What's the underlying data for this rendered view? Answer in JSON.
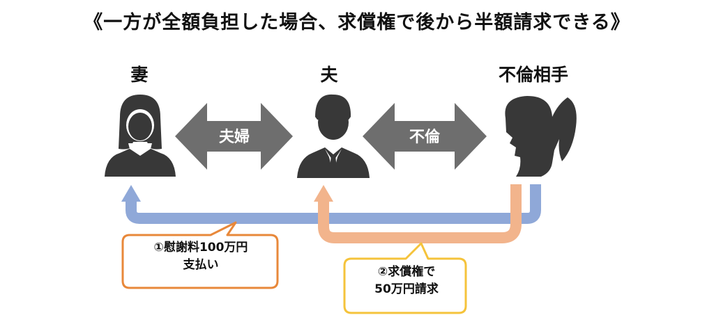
{
  "title": "《一方が全額負担した場合、求償権で後から半額請求できる》",
  "people": {
    "wife": "妻",
    "husband": "夫",
    "lover": "不倫相手"
  },
  "relations": {
    "couple": "夫婦",
    "affair": "不倫"
  },
  "callouts": {
    "payment_line1": "①慰謝料100万円",
    "payment_line2": "支払い",
    "claim_line1": "②求償権で",
    "claim_line2": "50万円請求"
  },
  "colors": {
    "blue_arrow": "#8fa8d8",
    "orange_arrow": "#f2b48c",
    "gray_arrow": "#6e6e6e",
    "callout1_border": "#e8883a",
    "callout2_border": "#f5c33b"
  },
  "icons": [
    "woman-icon",
    "man-in-suit-icon",
    "ponytail-woman-silhouette-icon"
  ]
}
